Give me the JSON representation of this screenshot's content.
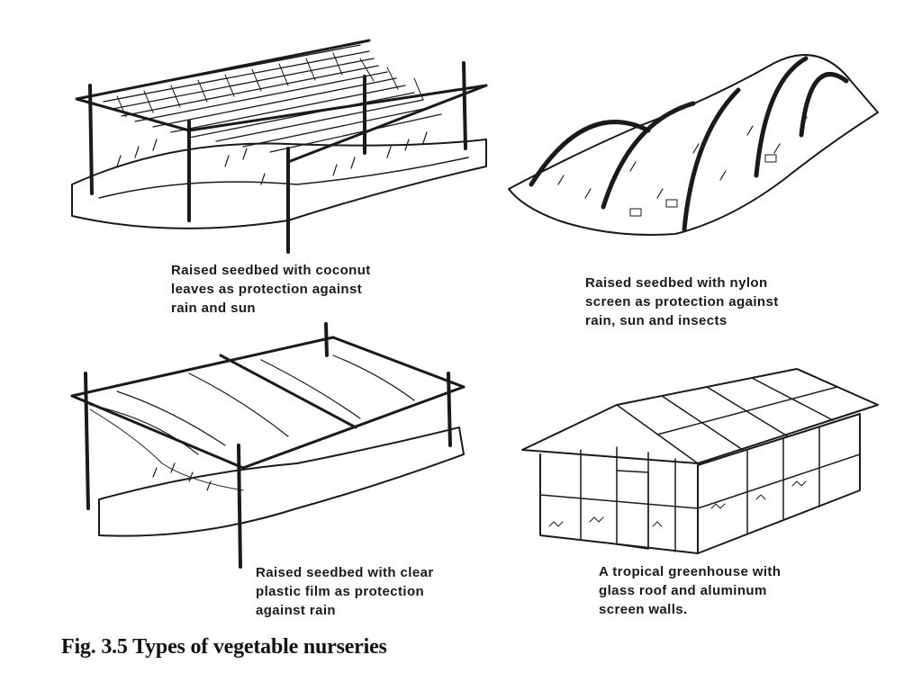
{
  "figure": {
    "title": "Fig. 3.5 Types of vegetable nurseries"
  },
  "panels": [
    {
      "id": "coconut",
      "caption_lines": [
        "Raised seedbed with coconut",
        "leaves as protection against",
        "rain and sun"
      ]
    },
    {
      "id": "nylon",
      "caption_lines": [
        "Raised seedbed with nylon",
        "screen as protection against",
        "rain, sun and insects"
      ]
    },
    {
      "id": "plastic",
      "caption_lines": [
        "Raised seedbed with clear",
        "plastic film as protection",
        "against rain"
      ]
    },
    {
      "id": "greenhouse",
      "caption_lines": [
        "A tropical greenhouse with",
        "glass roof and aluminum",
        "screen walls."
      ]
    }
  ],
  "colors": {
    "ink": "#1a1a1a",
    "paper": "#ffffff"
  }
}
